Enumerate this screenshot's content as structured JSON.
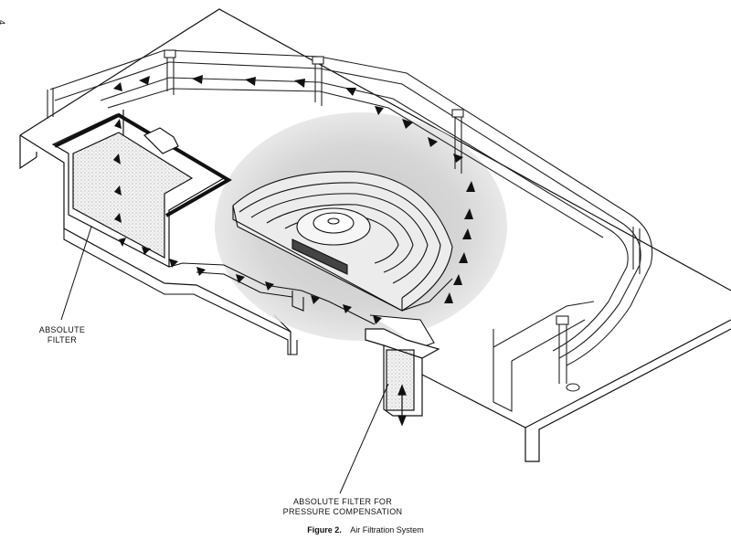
{
  "page_number": "4",
  "labels": {
    "absolute_filter": [
      "ABSOLUTE",
      "FILTER"
    ],
    "pressure_filter": [
      "ABSOLUTE FILTER FOR",
      "PRESSURE COMPENSATION"
    ]
  },
  "caption": {
    "figure_label": "Figure 2.",
    "title": "Air Filtration System"
  }
}
